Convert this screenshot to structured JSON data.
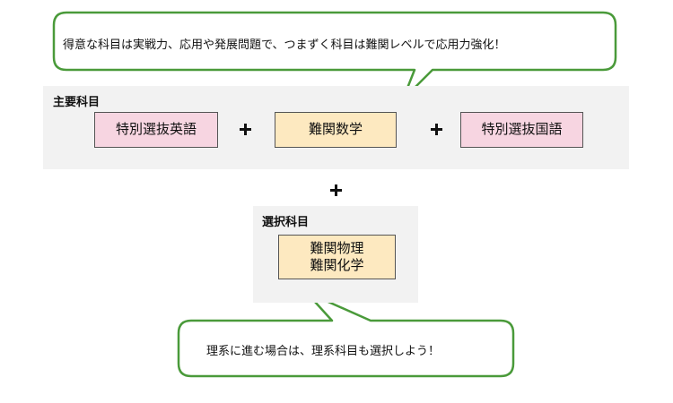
{
  "callouts": {
    "top": "得意な科目は実戦力、応用や発展問題で、つまずく科目は難関レベルで応用力強化！",
    "bottom": "理系に進む場合は、理系科目も選択しよう！"
  },
  "main_group": {
    "title": "主要科目",
    "subjects": [
      {
        "label": "特別選抜英語",
        "color": "#f7d5e1"
      },
      {
        "label": "難関数学",
        "color": "#fde9c0"
      },
      {
        "label": "特別選抜国語",
        "color": "#f7d5e1"
      }
    ]
  },
  "elective_group": {
    "title": "選択科目",
    "subjects": [
      {
        "lines": [
          "難関物理",
          "難関化学"
        ],
        "color": "#fde9c0"
      }
    ]
  },
  "colors": {
    "callout_border": "#4a9a3a",
    "panel_background": "#f2f2f2"
  }
}
